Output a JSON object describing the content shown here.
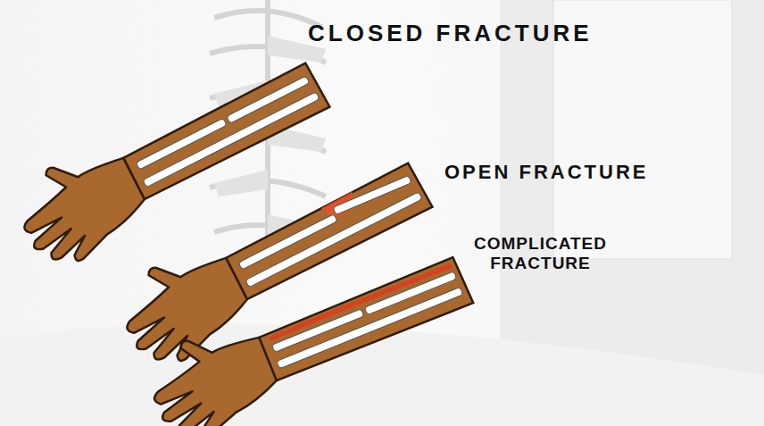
{
  "diagram": {
    "labels": [
      "CLOSED FRACTURE",
      "OPEN FRACTURE",
      "COMPLICATED FRACTURE"
    ]
  }
}
